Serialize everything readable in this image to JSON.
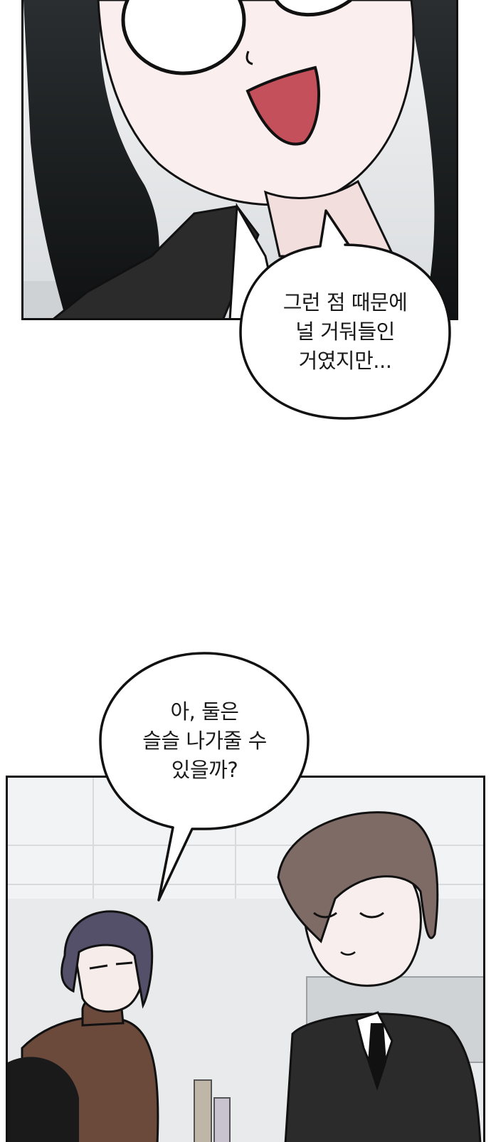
{
  "bubbles": [
    {
      "lines": [
        "그런 점 때문에",
        "널 거둬들인",
        "거였지만..."
      ]
    },
    {
      "lines": [
        "아, 둘은",
        "슬슬 나가줄 수",
        "있을까?"
      ]
    }
  ],
  "colors": {
    "hair_dark": "#1c1f21",
    "skin": "#fbeeee",
    "mouth": "#c4505b",
    "suit": "#2b2b2b",
    "hair_brown": "#7e6b66",
    "hair_purple": "#55506a",
    "sweater": "#6b4a3c",
    "wall": "#e8eaec"
  }
}
